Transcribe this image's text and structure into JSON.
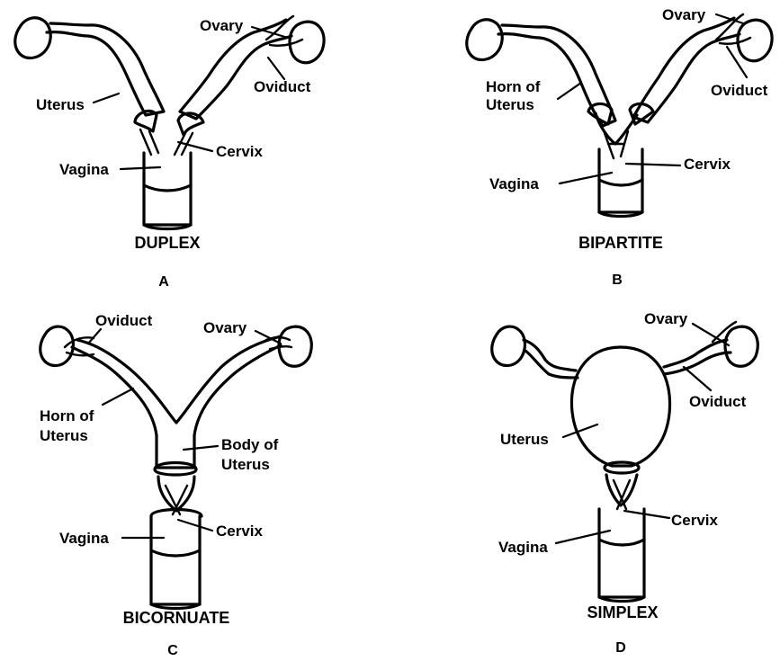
{
  "panels": {
    "a": {
      "title": "DUPLEX",
      "letter": "A",
      "labels": {
        "ovary": "Ovary",
        "oviduct": "Oviduct",
        "uterus": "Uterus",
        "cervix": "Cervix",
        "vagina": "Vagina"
      }
    },
    "b": {
      "title": "BIPARTITE",
      "letter": "B",
      "labels": {
        "ovary": "Ovary",
        "oviduct": "Oviduct",
        "horn_of_uterus_line1": "Horn of",
        "horn_of_uterus_line2": "Uterus",
        "cervix": "Cervix",
        "vagina": "Vagina"
      }
    },
    "c": {
      "title": "BICORNUATE",
      "letter": "C",
      "labels": {
        "oviduct": "Oviduct",
        "ovary": "Ovary",
        "horn_of_uterus_line1": "Horn of",
        "horn_of_uterus_line2": "Uterus",
        "body_of_uterus_line1": "Body of",
        "body_of_uterus_line2": "Uterus",
        "cervix": "Cervix",
        "vagina": "Vagina"
      }
    },
    "d": {
      "title": "SIMPLEX",
      "letter": "D",
      "labels": {
        "ovary": "Ovary",
        "oviduct": "Oviduct",
        "uterus": "Uterus",
        "cervix": "Cervix",
        "vagina": "Vagina"
      }
    }
  }
}
